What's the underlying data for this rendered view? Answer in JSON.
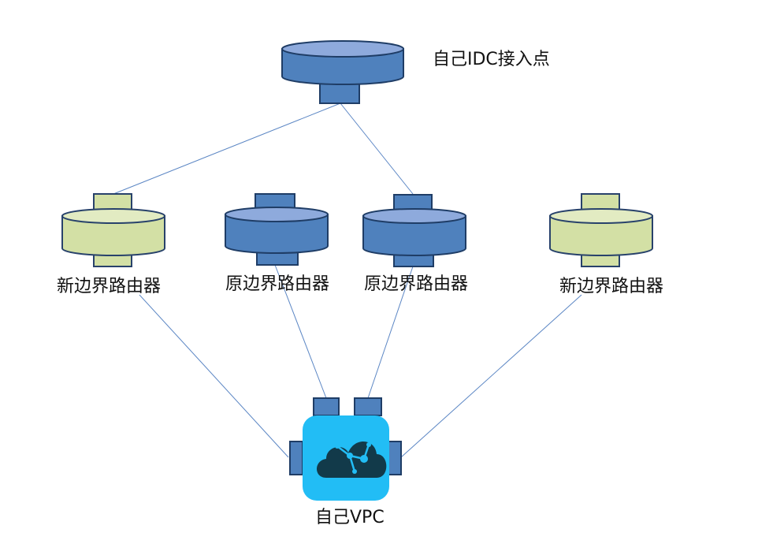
{
  "nodes": {
    "idc": {
      "label": "自己IDC接入点"
    },
    "router_new_1": {
      "label": "新边界路由器"
    },
    "router_orig_1": {
      "label": "原边界路由器"
    },
    "router_orig_2": {
      "label": "原边界路由器"
    },
    "router_new_2": {
      "label": "新边界路由器"
    },
    "vpc": {
      "label": "自己VPC"
    }
  },
  "colors": {
    "blue_body": "#4f81bd",
    "blue_top": "#8eaadc",
    "blue_stroke": "#1f3d66",
    "green_body": "#d3e0a5",
    "green_top": "#e2ebc2",
    "green_stroke": "#28426b",
    "cloud_bg": "#22bdf5",
    "cloud_dark": "#123a4a",
    "connector_line": "#5b86c4"
  },
  "icons": {
    "idc": "router-icon",
    "router_new": "router-icon",
    "router_orig": "router-icon",
    "vpc": "cloud-network-icon"
  }
}
